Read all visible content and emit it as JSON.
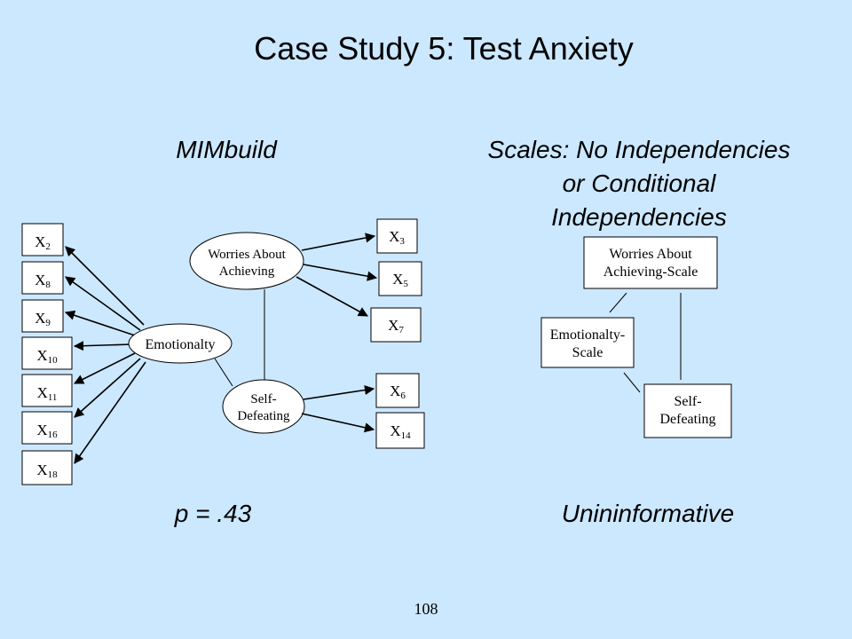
{
  "title": "Case Study 5: Test Anxiety",
  "left_heading": "MIMbuild",
  "right_heading": [
    "Scales: No Independencies",
    "or Conditional",
    "Independencies"
  ],
  "left_result": "p = .43",
  "right_result": "Unininformative",
  "page_number": "108",
  "mimbuild": {
    "latents": {
      "worries": [
        "Worries About",
        "Achieving"
      ],
      "emotionality": "Emotionalty",
      "self_defeating": [
        "Self-",
        "Defeating"
      ]
    },
    "emotionality_indicators": [
      {
        "base": "X",
        "sub": "2"
      },
      {
        "base": "X",
        "sub": "8"
      },
      {
        "base": "X",
        "sub": "9"
      },
      {
        "base": "X",
        "sub": "10"
      },
      {
        "base": "X",
        "sub": "11"
      },
      {
        "base": "X",
        "sub": "16"
      },
      {
        "base": "X",
        "sub": "18"
      }
    ],
    "worries_indicators": [
      {
        "base": "X",
        "sub": "3"
      },
      {
        "base": "X",
        "sub": "5"
      },
      {
        "base": "X",
        "sub": "7"
      }
    ],
    "self_defeating_indicators": [
      {
        "base": "X",
        "sub": "6"
      },
      {
        "base": "X",
        "sub": "14"
      }
    ]
  },
  "scales": {
    "worries": [
      "Worries About",
      "Achieving-Scale"
    ],
    "emotionality": [
      "Emotionalty-",
      "Scale"
    ],
    "self_defeating": [
      "Self-",
      "Defeating"
    ]
  }
}
